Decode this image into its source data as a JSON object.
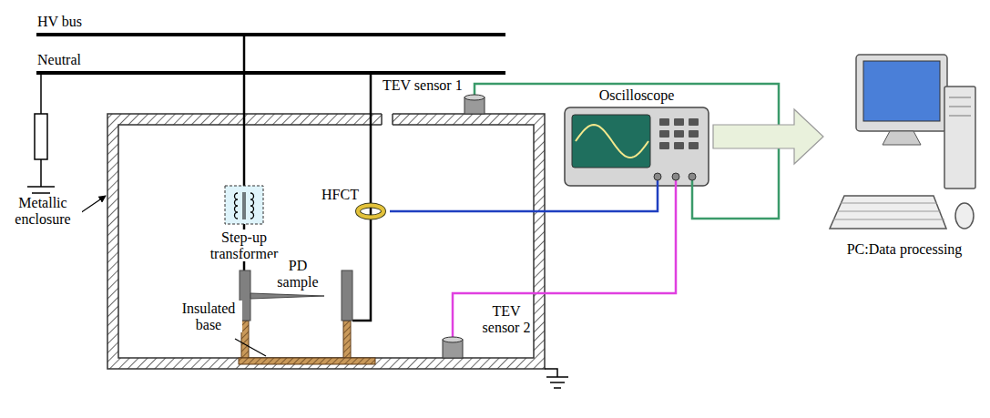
{
  "diagram": {
    "nodes": [
      {
        "text": [
          "TEV sensor 1"
        ]
      },
      {
        "text": [
          "Oscilloscope"
        ]
      },
      {
        "text": [
          "PC:Data processing"
        ]
      },
      {
        "text": [
          "Step-up transformer"
        ]
      },
      {
        "text": [
          "HFCT"
        ]
      },
      {
        "text": [
          "TEV sensor 2"
        ]
      }
    ],
    "edges": [
      {
        "from": 0,
        "to": 1,
        "arrow": "none"
      },
      {
        "from": 4,
        "to": 1,
        "arrow": "none"
      },
      {
        "from": 5,
        "to": 1,
        "arrow": "none"
      },
      {
        "from": 1,
        "to": 2,
        "arrow": "to"
      }
    ],
    "labels": [
      "HV bus",
      "Neutral",
      "Metallic enclosure",
      "PD sample",
      "Insulated base"
    ]
  }
}
